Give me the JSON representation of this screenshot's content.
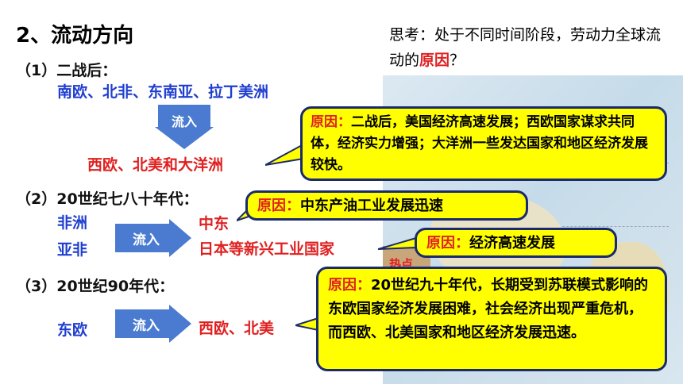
{
  "heading": "2、流动方向",
  "think": {
    "prefix": "思考：处于不同时间阶段，劳动力全球流动的",
    "highlight": "原因",
    "suffix": "？"
  },
  "period1": {
    "label": "（1）二战后：",
    "sources": "南欧、北非、东南亚、拉丁美洲",
    "arrow": "流入",
    "destination": "西欧、北美和大洋洲",
    "reason_label": "原因：",
    "reason_text": "二战后，美国经济高速发展；西欧国家谋求共同体，经济实力增强；大洋洲一些发达国家和地区经济发展较快。"
  },
  "period2": {
    "label": "（2）20世纪七八十年代：",
    "source1": "非洲",
    "source2": "亚非",
    "arrow": "流入",
    "destination1": "中东",
    "destination2": "日本等新兴工业国家",
    "reason1_label": "原因：",
    "reason1_text": "中东产油工业发展迅速",
    "reason2_label": "原因：",
    "reason2_text": "经济高速发展",
    "partial": "热点"
  },
  "period3": {
    "label": "（3）20世纪90年代：",
    "source": "东欧",
    "arrow": "流入",
    "destination": "西欧、北美",
    "reason_label": "原因：",
    "reason_text": "20世纪九十年代，长期受到苏联模式影响的东欧国家经济发展困难，社会经济出现严重危机，而西欧、北美国家和地区经济发展迅速。"
  },
  "colors": {
    "blue_text": "#1f3ecf",
    "red_text": "#e02020",
    "arrow": "#4a7bd0",
    "callout_fill": "#ffff00",
    "callout_border": "#1a2a6c"
  }
}
